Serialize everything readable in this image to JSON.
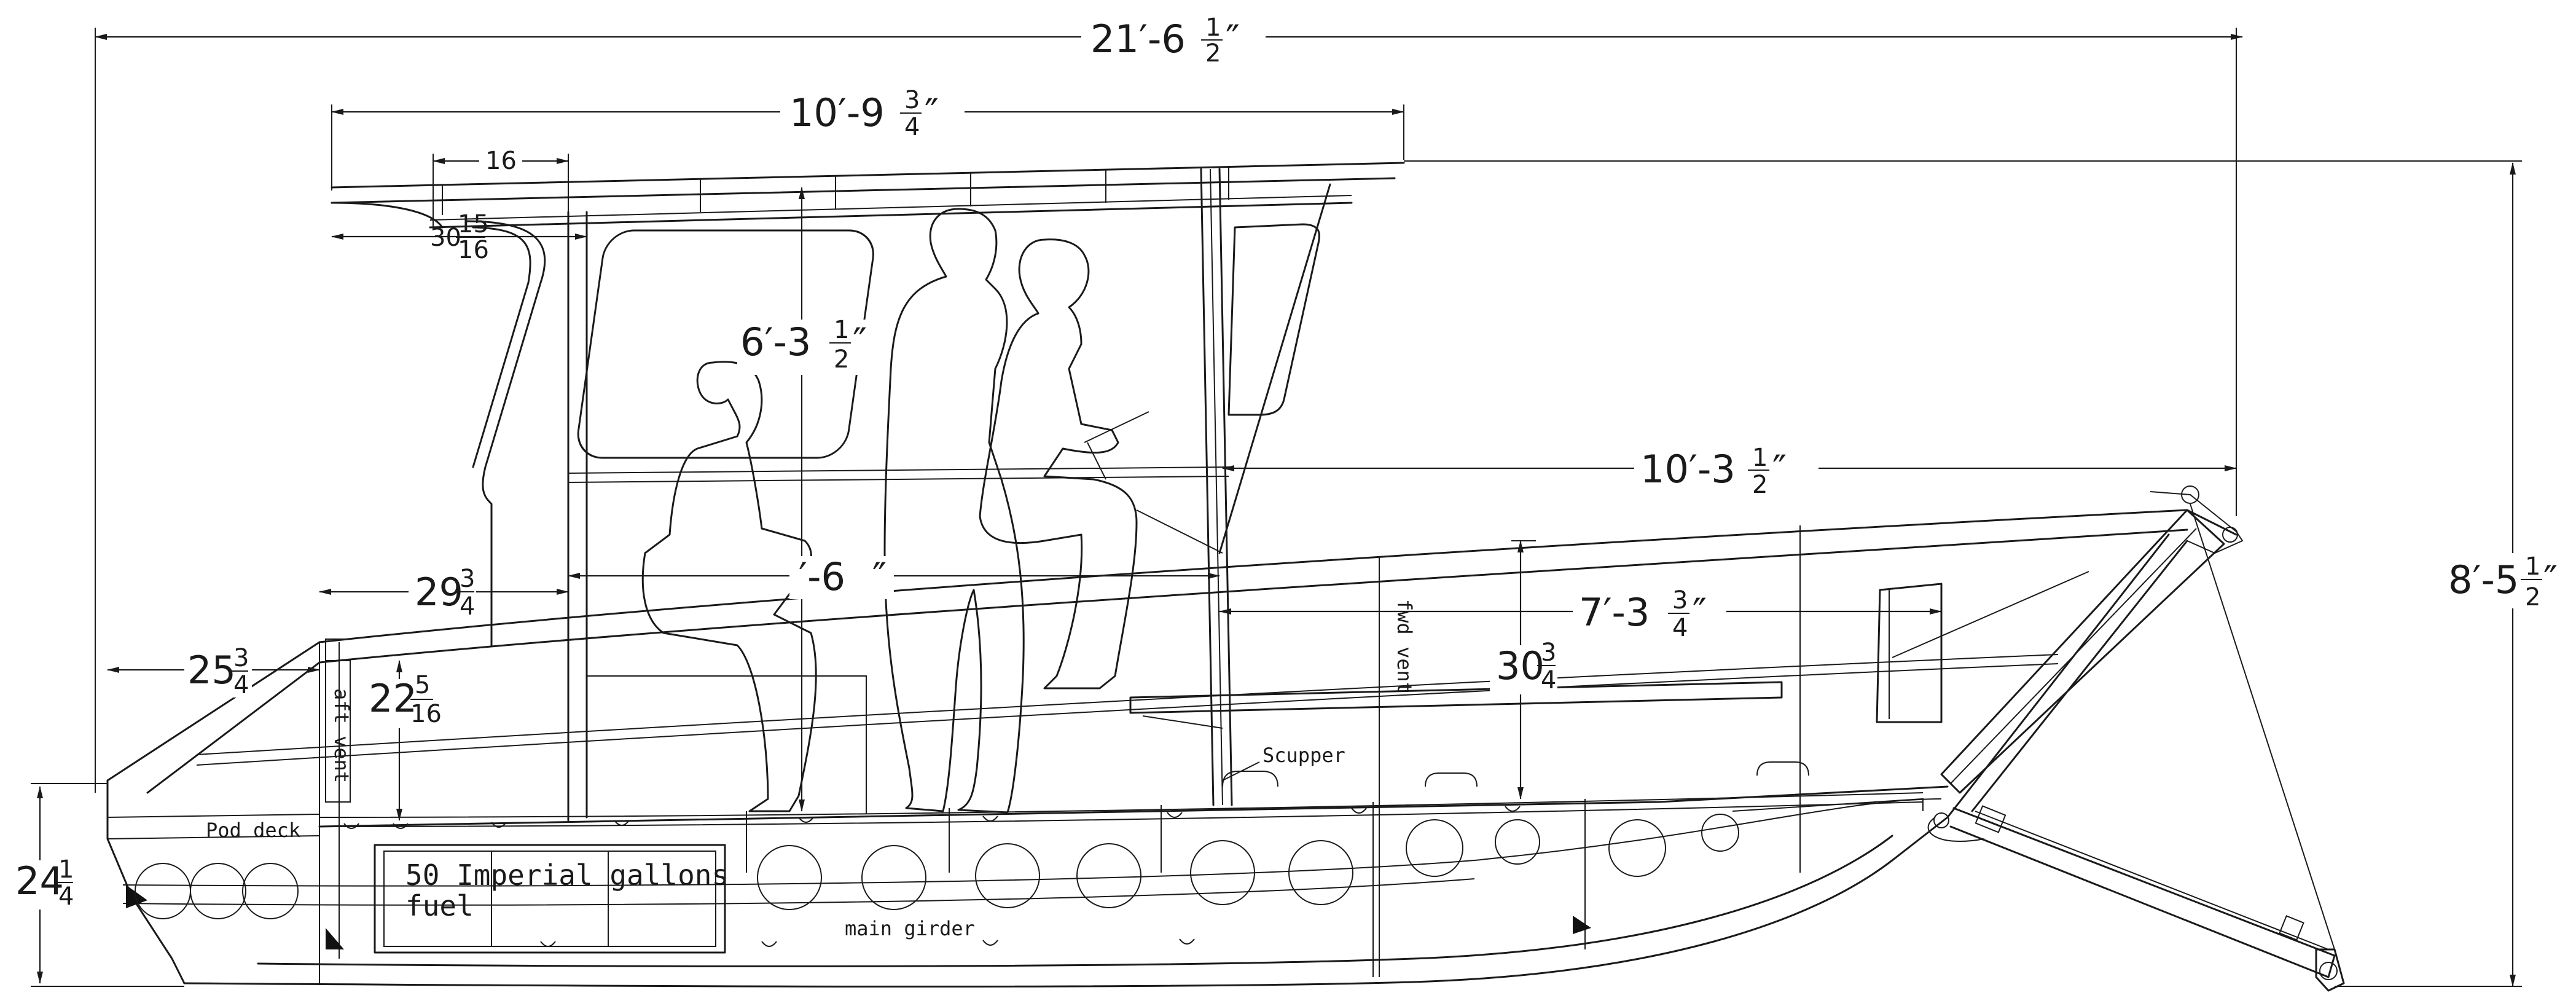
{
  "dimensions": {
    "overall_length": {
      "whole": "21′-6",
      "num": "1",
      "den": "2",
      "unit": "″"
    },
    "cabin_roof_length": {
      "whole": "10′-9",
      "num": "3",
      "den": "4",
      "unit": "″"
    },
    "roof_rail_span": {
      "whole": "16",
      "num": "",
      "den": "",
      "unit": ""
    },
    "roof_overhang": {
      "whole": "30",
      "num": "15",
      "den": "16",
      "unit": ""
    },
    "cabin_headroom": {
      "whole": "6′-3",
      "num": "1",
      "den": "2",
      "unit": "″"
    },
    "bow_to_cabin": {
      "whole": "10′-3",
      "num": "1",
      "den": "2",
      "unit": "″"
    },
    "overall_height": {
      "whole": "8′-5",
      "num": "1",
      "den": "2",
      "unit": "″"
    },
    "cabin_floor_length": {
      "whole": "′-6",
      "num": "",
      "den": "",
      "unit": "″"
    },
    "aft_cockpit": {
      "whole": "29",
      "num": "3",
      "den": "4",
      "unit": ""
    },
    "fwd_deck_length": {
      "whole": "7′-3",
      "num": "3",
      "den": "4",
      "unit": "″"
    },
    "transom_overhang": {
      "whole": "25",
      "num": "3",
      "den": "4",
      "unit": ""
    },
    "aft_seat_height": {
      "whole": "22",
      "num": "5",
      "den": "16",
      "unit": ""
    },
    "fwd_side_height": {
      "whole": "30",
      "num": "3",
      "den": "4",
      "unit": ""
    },
    "transom_height": {
      "whole": "24",
      "num": "1",
      "den": "4",
      "unit": ""
    }
  },
  "labels": {
    "pod_deck": "Pod deck",
    "fuel_tank_line1": "50 Imperial gallons",
    "fuel_tank_line2": "fuel",
    "main_girder": "main girder",
    "scupper": "Scupper",
    "aft_vent": "aft vent",
    "fwd_vent": "fwd vent"
  }
}
